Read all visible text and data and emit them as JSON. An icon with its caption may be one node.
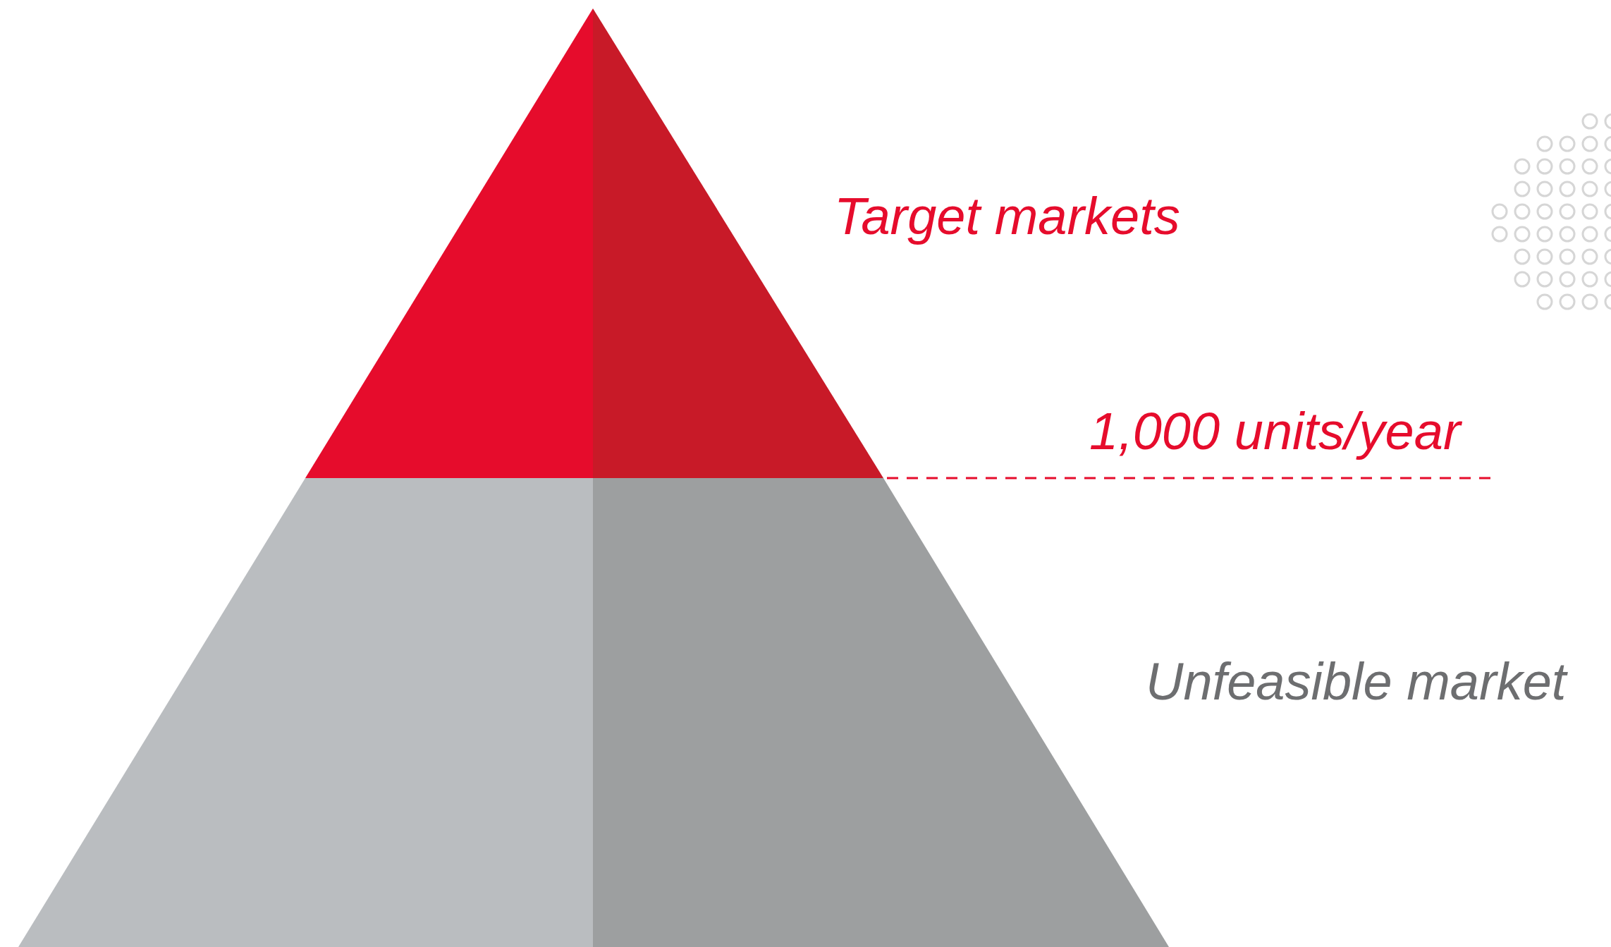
{
  "diagram": {
    "nodes": [
      {
        "text": [],
        "shape": "triangle",
        "beside": [
          "Target markets"
        ]
      },
      {
        "text": [],
        "shape": "trapezoid",
        "beside": [
          "Unfeasible market"
        ]
      }
    ],
    "labels": [
      "1,000 units/year"
    ]
  }
}
